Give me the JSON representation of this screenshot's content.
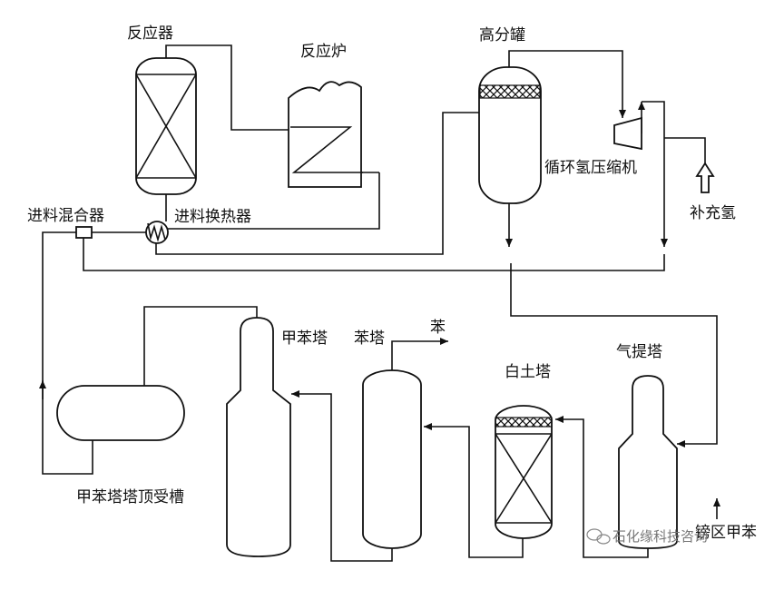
{
  "labels": {
    "reactor": "反应器",
    "furnace": "反应炉",
    "hp_separator": "高分罐",
    "recycle_compressor": "循环氢压缩机",
    "makeup_hydrogen": "补充氢",
    "feed_mixer": "进料混合器",
    "feed_exchanger": "进料换热器",
    "toluene_column": "甲苯塔",
    "benzene_column": "苯塔",
    "benzene_product": "苯",
    "clay_tower": "白土塔",
    "stripper": "气提塔",
    "toluene_reflux_drum": "甲苯塔塔顶受槽",
    "toluene_feed": "镑区甲苯"
  },
  "watermark": {
    "text": "石化缘科技咨询",
    "icon": "wechat-icon"
  }
}
